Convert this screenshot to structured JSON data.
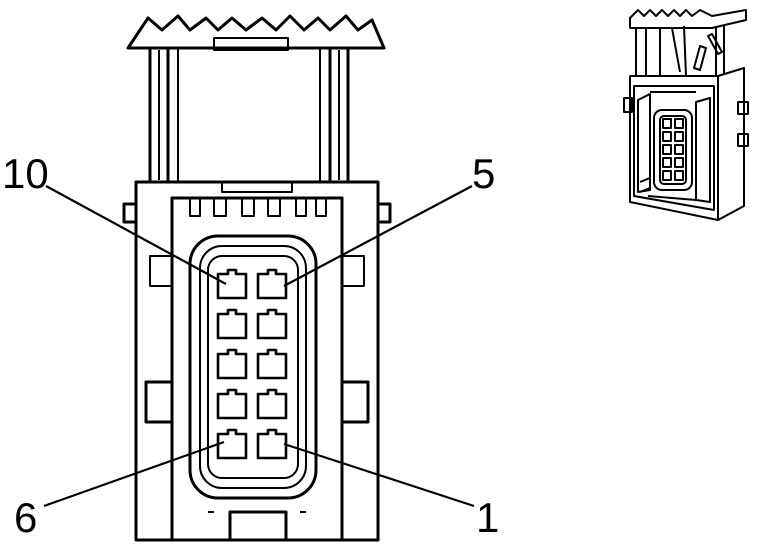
{
  "callouts": {
    "pin_10": "10",
    "pin_5": "5",
    "pin_6": "6",
    "pin_1": "1"
  },
  "colors": {
    "line": "#000000",
    "background": "#ffffff"
  }
}
